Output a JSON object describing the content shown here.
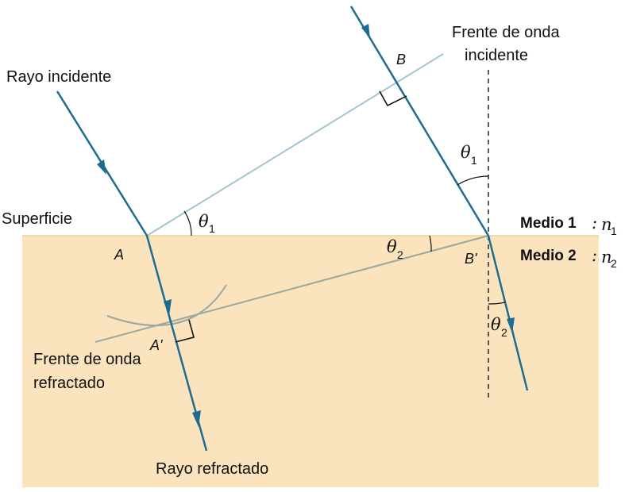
{
  "labels": {
    "incident_ray": "Rayo incidente",
    "incident_front_line1": "Frente de onda",
    "incident_front_line2": "incidente",
    "surface": "Superficie",
    "medium1": "Medio 1",
    "medium2": "Medio 2",
    "refracted_front_line1": "Frente de onda",
    "refracted_front_line2": "refractado",
    "refracted_ray": "Rayo refractado"
  },
  "points": {
    "A": "A",
    "B": "B",
    "A_prime": "A'",
    "B_prime": "B'"
  },
  "symbols": {
    "theta": "θ",
    "sub1": "1",
    "sub2": "2",
    "n": "n",
    "colon": ":"
  },
  "colors": {
    "medium2_fill": "#fbe3bd",
    "ray": "#1d6c91",
    "incident_front": "#a5c4d2",
    "refracted_front": "#9aa89f"
  }
}
